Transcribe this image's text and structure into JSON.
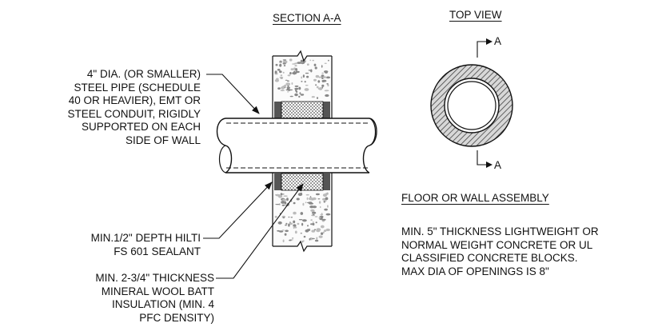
{
  "titles": {
    "section": "SECTION A-A",
    "top_view": "TOP VIEW",
    "assembly": "FLOOR OR WALL ASSEMBLY"
  },
  "labels": {
    "pipe": "4\" DIA. (OR SMALLER)\nSTEEL PIPE (SCHEDULE\n40 OR HEAVIER), EMT OR\nSTEEL CONDUIT, RIGIDLY\nSUPPORTED ON EACH\nSIDE OF WALL",
    "sealant": "MIN.1/2\" DEPTH HILTI\nFS 601 SEALANT",
    "insulation": "MIN. 2-3/4\" THICKNESS\nMINERAL WOOL BATT\nINSULATION (MIN. 4\nPFC DENSITY)",
    "assembly_desc": "MIN. 5\" THICKNESS LIGHTWEIGHT OR\nNORMAL WEIGHT CONCRETE OR UL\nCLASSIFIED CONCRETE BLOCKS.\nMAX DIA OF OPENINGS IS 8\""
  },
  "section_marks": {
    "top": "A",
    "bottom": "A"
  },
  "colors": {
    "ink": "#111111",
    "sealant": "#555555",
    "hatch_bg": "#d8d8d8"
  }
}
